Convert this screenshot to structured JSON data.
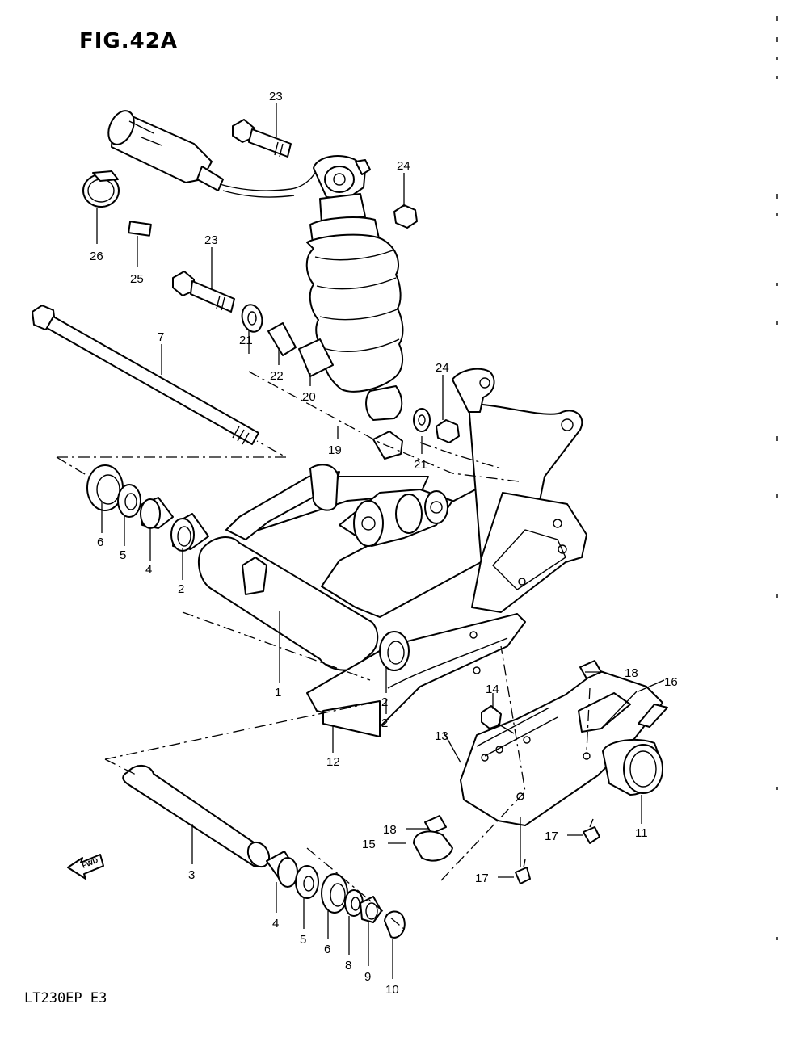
{
  "figure": {
    "title": "FIG.42A",
    "model": "LT230EP  E3"
  },
  "fwd_label": "FWD",
  "callouts": [
    "23",
    "24",
    "26",
    "25",
    "23",
    "7",
    "21",
    "22",
    "20",
    "24",
    "19",
    "21",
    "6",
    "5",
    "4",
    "2",
    "1",
    "18",
    "16",
    "14",
    "2",
    "2",
    "13",
    "12",
    "11",
    "18",
    "15",
    "17",
    "17",
    "3",
    "4",
    "5",
    "6",
    "8",
    "9",
    "10"
  ]
}
